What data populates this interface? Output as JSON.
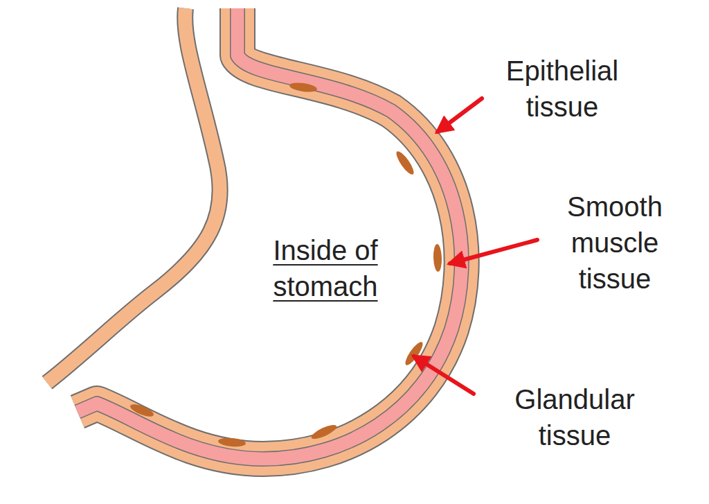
{
  "diagram": {
    "labels": [
      "Epithelial tissue",
      "Smooth muscle tissue",
      "Glandular tissue",
      "Inside of stomach"
    ]
  }
}
